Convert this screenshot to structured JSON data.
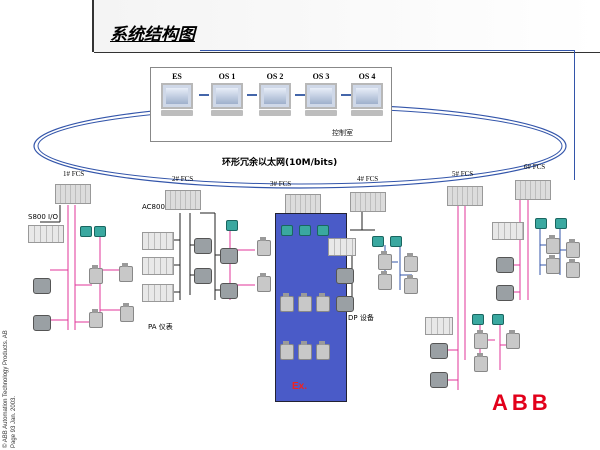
{
  "header": {
    "title": "系统结构图"
  },
  "control_room": {
    "label": "控制室",
    "stations": [
      {
        "label": "ES"
      },
      {
        "label": "OS 1"
      },
      {
        "label": "OS 2"
      },
      {
        "label": "OS 3"
      },
      {
        "label": "OS 4"
      }
    ]
  },
  "ring": {
    "label": "环形冗余以太网(10M/bits)"
  },
  "fcs_nodes": [
    {
      "label": "1# FCS"
    },
    {
      "label": "2# FCS"
    },
    {
      "label": "3# FCS"
    },
    {
      "label": "4# FCS"
    },
    {
      "label": "5# FCS"
    },
    {
      "label": "6# FCS"
    }
  ],
  "labels": {
    "s800": "S800 I/O",
    "ac800": "AC800",
    "pa": "PA 仪表",
    "dp": "DP 设备",
    "ex": "Ex."
  },
  "logo": {
    "letters": [
      "A",
      "B",
      "B"
    ]
  },
  "footer": {
    "line1": "© ABB Automation Technology Products. AB",
    "line2": "Page 93    Jan. 2003."
  },
  "colors": {
    "ring": "#3355aa",
    "ex_zone": "#4a5bc8",
    "ex_text": "#e22222",
    "logo": "#e2001a",
    "fieldbus_pink": "#e0359a",
    "bus_dark": "#222222"
  }
}
